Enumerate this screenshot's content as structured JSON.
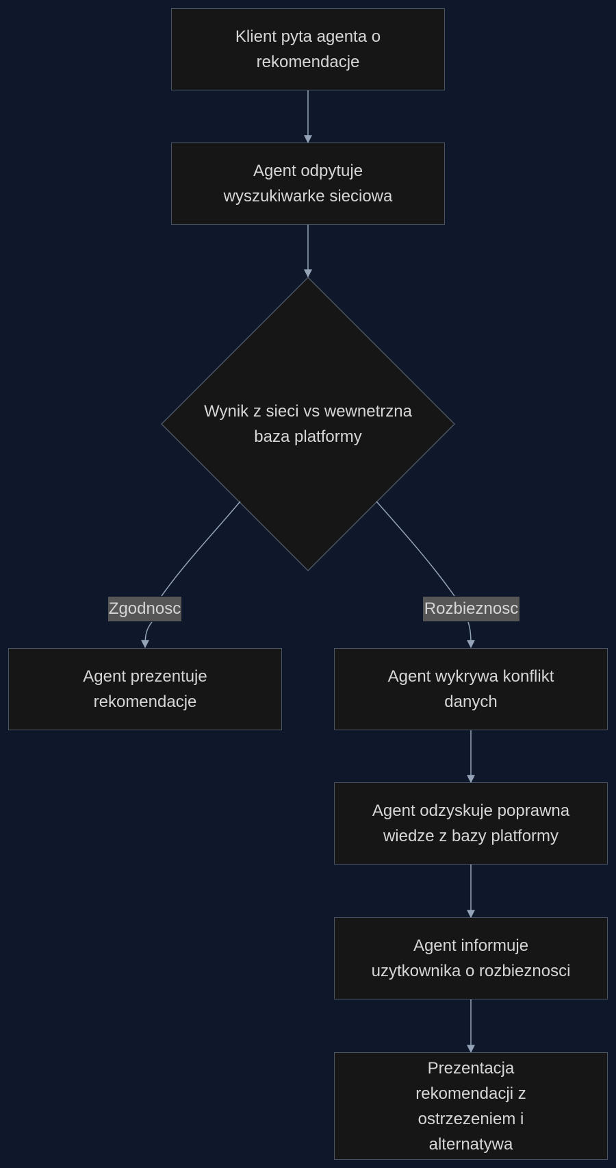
{
  "diagram": {
    "nodes": {
      "start": "Klient pyta agenta o rekomendacje",
      "search": "Agent odpytuje wyszukiwarke sieciowa",
      "decision": "Wynik z sieci vs wewnetrzna baza platformy",
      "present": "Agent prezentuje rekomendacje",
      "conflict": "Agent wykrywa konflikt danych",
      "recover": "Agent odzyskuje poprawna wiedze z bazy platformy",
      "inform": "Agent informuje uzytkownika o rozbieznosci",
      "final": "Prezentacja rekomendacji z ostrzezeniem i alternatywa"
    },
    "edge_labels": {
      "match": "Zgodnosc",
      "mismatch": "Rozbieznosc"
    },
    "colors": {
      "background": "#0f172a",
      "node_fill": "#161616",
      "node_border": "#4b5563",
      "edge": "#94a3b8",
      "text": "#d6d6d6",
      "label_bg": "#565656"
    }
  }
}
